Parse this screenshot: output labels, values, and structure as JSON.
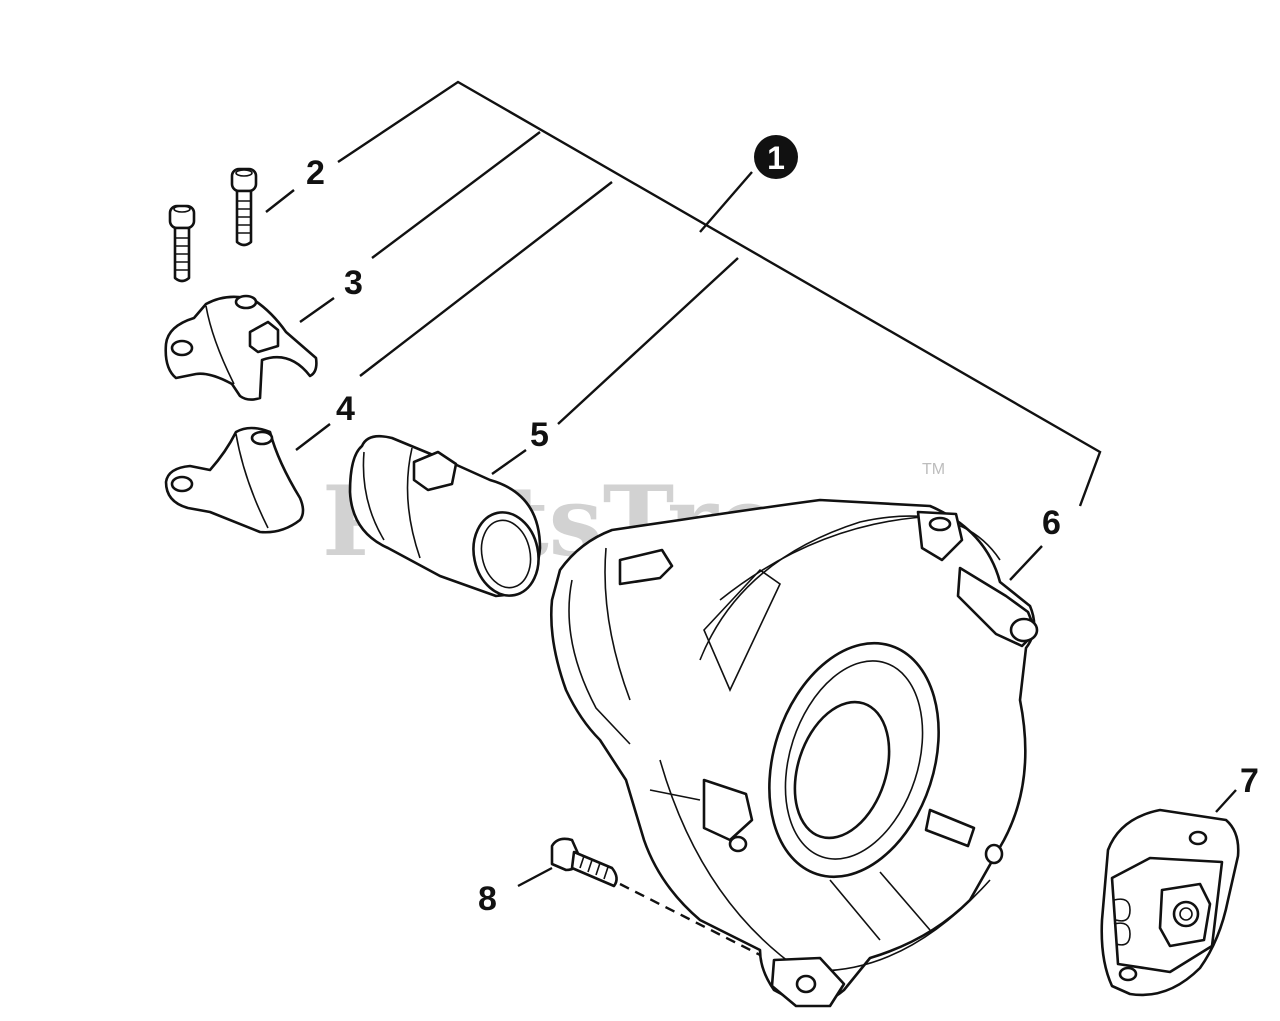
{
  "watermark": {
    "text": "PartsTree",
    "trademark": "TM"
  },
  "callouts": {
    "c1": "1",
    "c2": "2",
    "c3": "3",
    "c4": "4",
    "c5": "5",
    "c6": "6",
    "c7": "7",
    "c8": "8"
  }
}
